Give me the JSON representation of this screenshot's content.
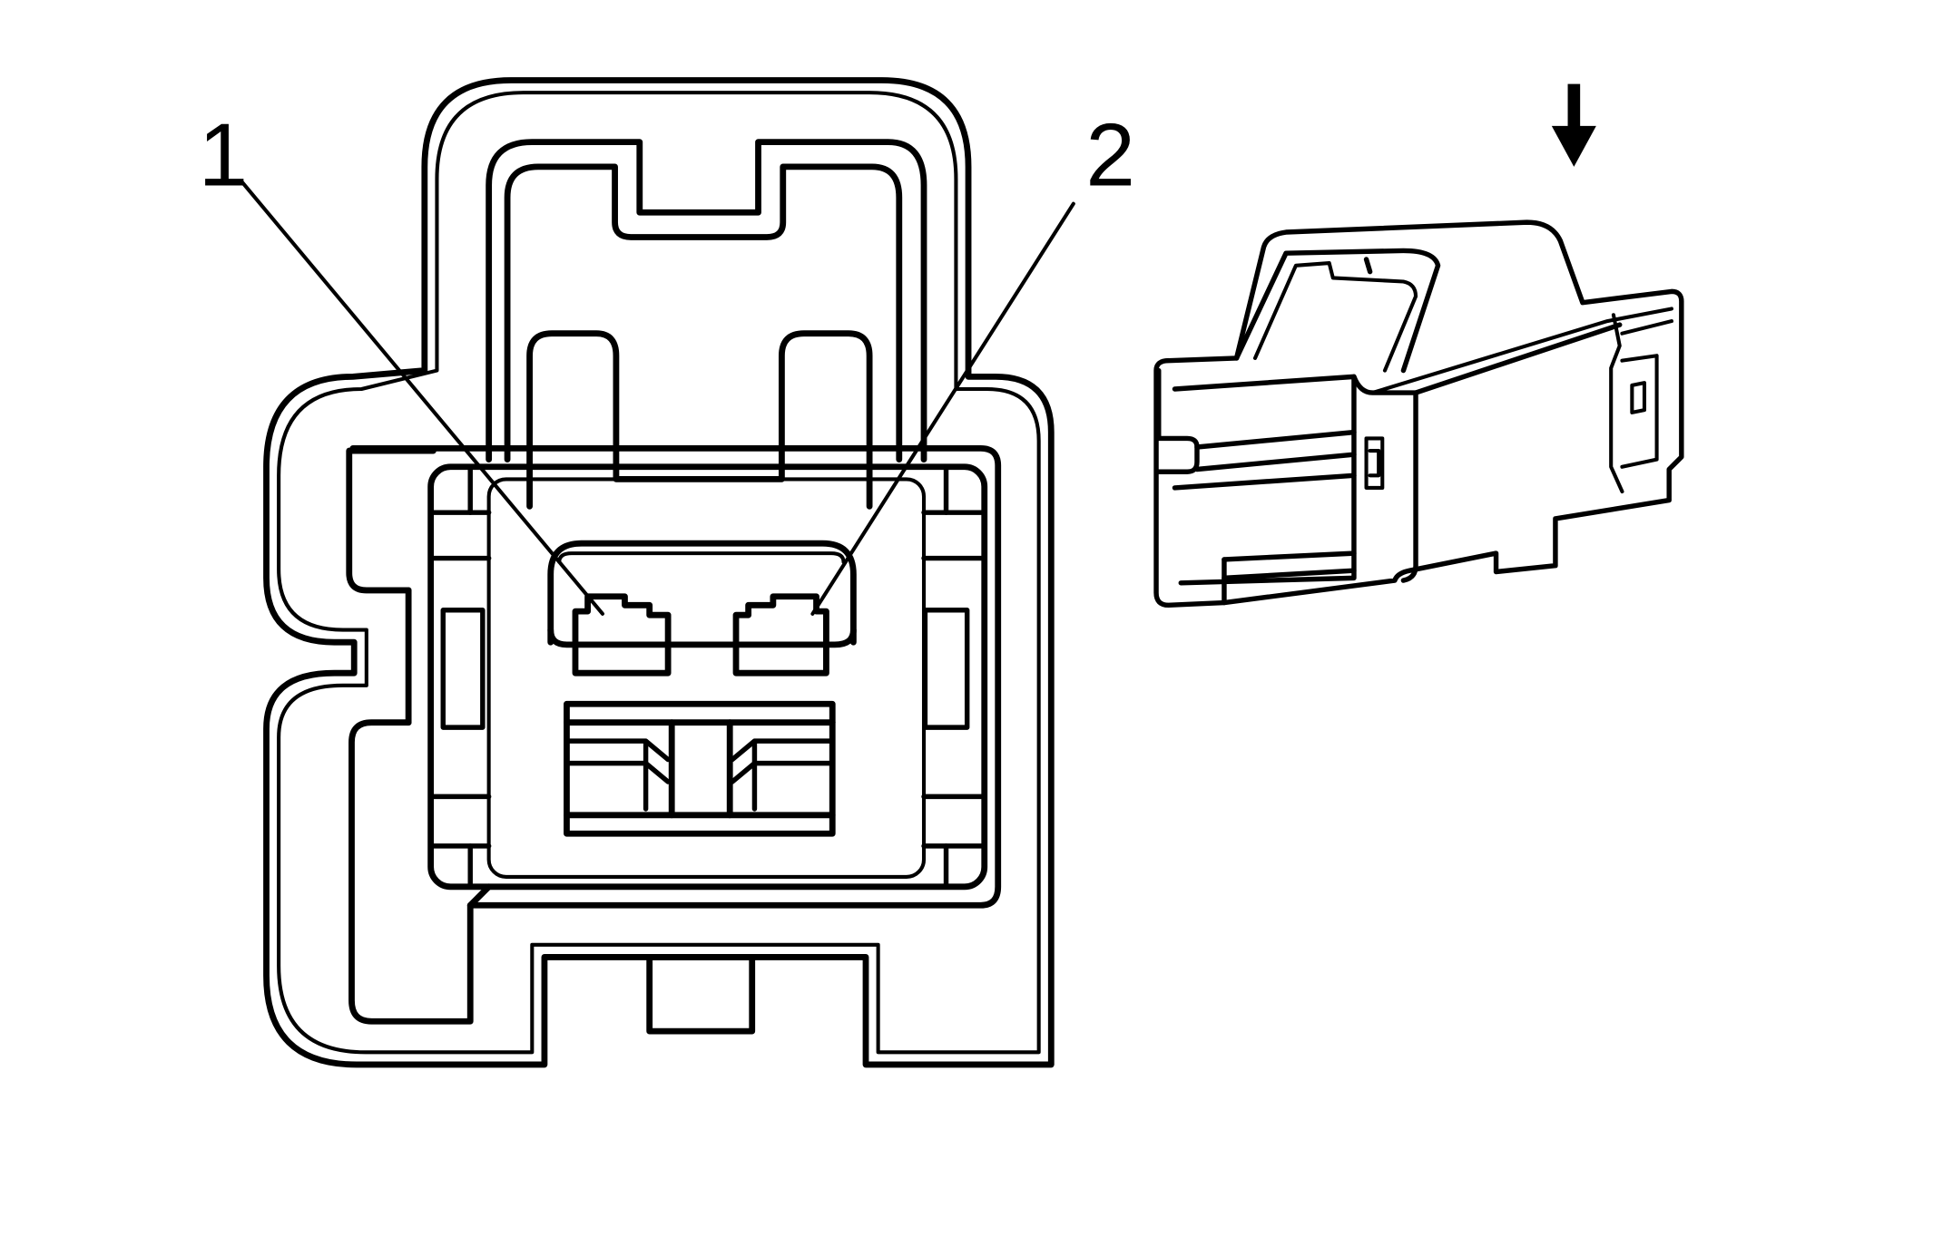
{
  "pin_labels": [
    {
      "id": "pin-1",
      "text": "1"
    },
    {
      "id": "pin-2",
      "text": "2"
    }
  ],
  "icons": {
    "view_direction": "down-arrow-icon"
  },
  "colors": {
    "line": "#000000",
    "background": "#ffffff"
  }
}
